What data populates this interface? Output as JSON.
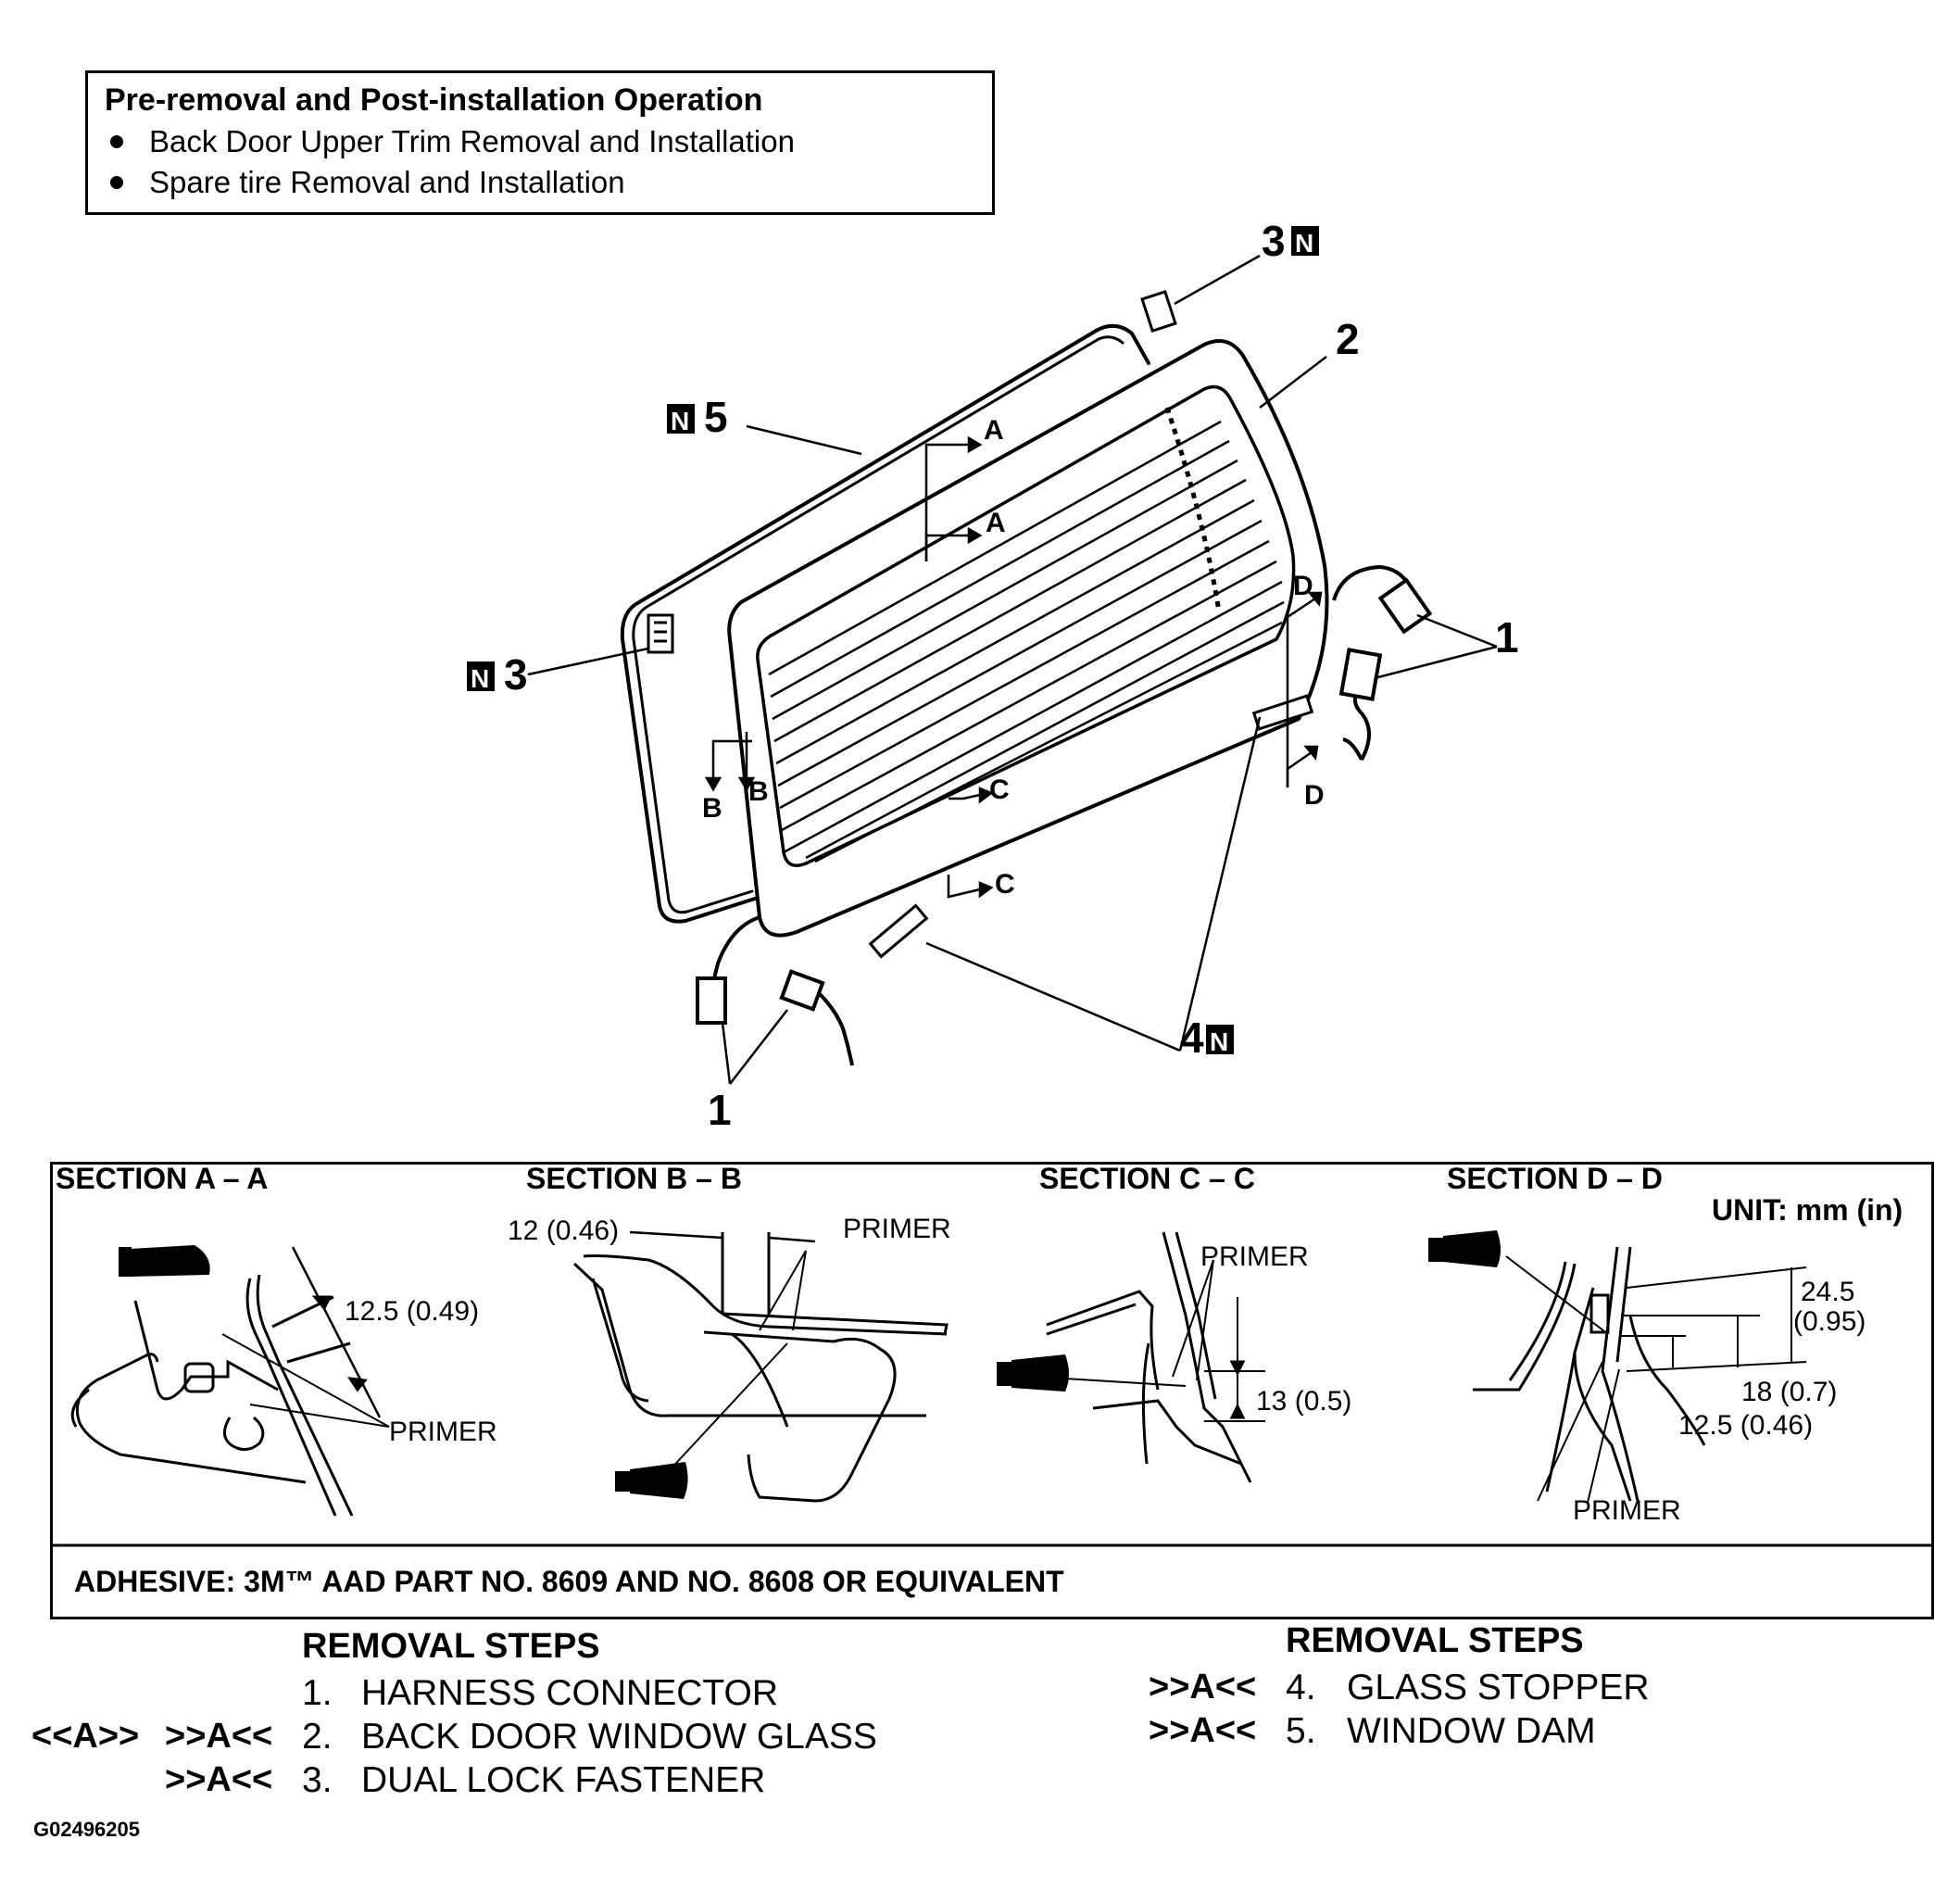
{
  "pre_operation": {
    "title": "Pre-removal and Post-installation Operation",
    "items": [
      "Back Door Upper Trim Removal and Installation",
      "Spare tire Removal and Installation"
    ]
  },
  "callouts": {
    "n1_top": "1",
    "n1_bottom": "1",
    "n2": "2",
    "n3_top": "3",
    "n3_left": "3",
    "n4": "4",
    "n5": "5",
    "new_part_mark": "N",
    "cut_A1": "A",
    "cut_A2": "A",
    "cut_B1": "B",
    "cut_B2": "B",
    "cut_C1": "C",
    "cut_C2": "C",
    "cut_D1": "D",
    "cut_D2": "D"
  },
  "sections": {
    "a": {
      "title": "SECTION A – A",
      "dim": "12.5 (0.49)",
      "primer": "PRIMER"
    },
    "b": {
      "title": "SECTION B – B",
      "dim": "12 (0.46)",
      "primer": "PRIMER"
    },
    "c": {
      "title": "SECTION C – C",
      "dim": "13 (0.5)",
      "primer": "PRIMER"
    },
    "d": {
      "title": "SECTION D – D",
      "unit": "UNIT: mm (in)",
      "dim1a": "24.5",
      "dim1b": "(0.95)",
      "dim2": "18 (0.7)",
      "dim3": "12.5 (0.46)",
      "primer": "PRIMER"
    }
  },
  "adhesive": "ADHESIVE: 3M™ AAD PART NO. 8609  AND  NO. 8608 OR  EQUIVALENT",
  "removal_left": {
    "title": "REMOVAL STEPS",
    "steps": [
      {
        "marks_a": "",
        "marks_b": "",
        "num": "1.",
        "label": "HARNESS CONNECTOR"
      },
      {
        "marks_a": "<<A>>",
        "marks_b": ">>A<<",
        "num": "2.",
        "label": "BACK DOOR WINDOW GLASS"
      },
      {
        "marks_a": "",
        "marks_b": ">>A<<",
        "num": "3.",
        "label": "DUAL LOCK FASTENER"
      }
    ]
  },
  "removal_right": {
    "title": "REMOVAL STEPS",
    "steps": [
      {
        "marks": ">>A<<",
        "num": "4.",
        "label": "GLASS STOPPER"
      },
      {
        "marks": ">>A<<",
        "num": "5.",
        "label": "WINDOW DAM"
      }
    ]
  },
  "figure_id": "G02496205"
}
